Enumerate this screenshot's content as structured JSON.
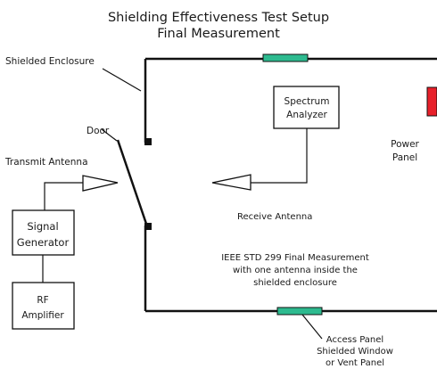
{
  "title": {
    "line1": "Shielding Effectiveness Test Setup",
    "line2": "Final Measurement"
  },
  "labels": {
    "shielded_enclosure": "Shielded Enclosure",
    "door": "Door",
    "transmit_antenna": "Transmit Antenna",
    "spectrum_analyzer_1": "Spectrum",
    "spectrum_analyzer_2": "Analyzer",
    "power_panel_1": "Power",
    "power_panel_2": "Panel",
    "signal_generator_1": "Signal",
    "signal_generator_2": "Generator",
    "rf_amplifier_1": "RF",
    "rf_amplifier_2": "Amplifier",
    "receive_antenna": "Receive Antenna",
    "note_1": "IEEE STD 299 Final Measurement",
    "note_2": "with one antenna inside the",
    "note_3": "shielded enclosure",
    "access_panel_1": "Access Panel",
    "access_panel_2": "Shielded Window",
    "access_panel_3": "or Vent Panel"
  },
  "colors": {
    "line": "#111111",
    "panel_fill": "#2dba8f",
    "power_panel_fill": "#e8202a"
  }
}
